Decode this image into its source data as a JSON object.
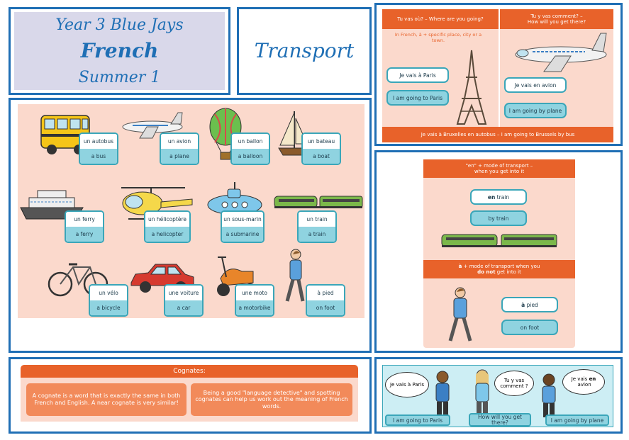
{
  "header": {
    "line1": "Year 3 Blue Jays",
    "line2": "French",
    "line3": "Summer 1",
    "topic": "Transport"
  },
  "vocab": [
    {
      "fr": "un autobus",
      "en": "a bus"
    },
    {
      "fr": "un avion",
      "en": "a plane"
    },
    {
      "fr": "un ballon",
      "en": "a balloon"
    },
    {
      "fr": "un bateau",
      "en": "a boat"
    },
    {
      "fr": "un ferry",
      "en": "a ferry"
    },
    {
      "fr": "un hélicoptère",
      "en": "a helicopter"
    },
    {
      "fr": "un sous-marin",
      "en": "a submarine"
    },
    {
      "fr": "un train",
      "en": "a train"
    },
    {
      "fr": "un vélo",
      "en": "a bicycle"
    },
    {
      "fr": "une voiture",
      "en": "a car"
    },
    {
      "fr": "une moto",
      "en": "a motorbike"
    },
    {
      "fr": "à pied",
      "en": "on foot"
    }
  ],
  "where": {
    "left_header": "Tu vas où? – Where are you going?",
    "note": "In French, à + specific place, city or a town.",
    "phrase_fr": "Je vais à Paris",
    "phrase_en": "I am going to Paris",
    "right_header_1": "Tu y vas comment? –",
    "right_header_2": "How will you get there?",
    "plane_fr": "Je vais en avion",
    "plane_en": "I am going by plane",
    "footer": "Je vais à Bruxelles en autobus – I am going to Brussels by bus"
  },
  "en_a": {
    "en_header_1": "\"en\" + mode of transport –",
    "en_header_2": "when you get into it",
    "en_bold": "en",
    "en_train_rest": " train",
    "by_train": "by train",
    "a_header_1_bold": "à",
    "a_header_1_rest": " + mode of transport when you",
    "a_header_2_bold": "do not",
    "a_header_2_rest": " get into it",
    "a_bold": "à",
    "a_pied_rest": " pied",
    "on_foot": "on foot"
  },
  "cognates": {
    "title": "Cognates:",
    "left": "A cognate is a word that is exactly the same in both French and English. A near cognate is very similar!",
    "right": "Being a good \"language detective\" and spotting cognates can help us work out the meaning of French words."
  },
  "dialogue": {
    "bubble1": "Je vais à Paris",
    "bubble2": "Tu y vas comment ?",
    "bubble3_pre": "Je vais ",
    "bubble3_bold": "en",
    "bubble3_post": " avion",
    "cap1": "I am going to Paris",
    "cap2": "How will you get there?",
    "cap3": "I am going by plane"
  }
}
